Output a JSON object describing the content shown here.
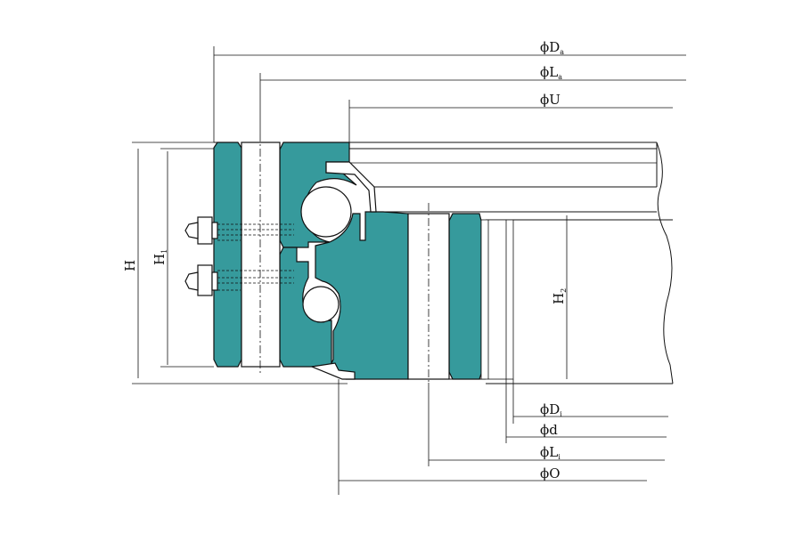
{
  "colors": {
    "ring_fill": "#369a9c",
    "line": "#111111",
    "background": "#ffffff"
  },
  "dimensions": {
    "Da": {
      "prefix": "ϕD",
      "sub": "a"
    },
    "La": {
      "prefix": "ϕL",
      "sub": "a"
    },
    "U": {
      "prefix": "ϕU",
      "sub": ""
    },
    "Di": {
      "prefix": "ϕD",
      "sub": "i"
    },
    "d": {
      "prefix": "ϕd",
      "sub": ""
    },
    "Li": {
      "prefix": "ϕL",
      "sub": "i"
    },
    "O": {
      "prefix": "ϕO",
      "sub": ""
    },
    "H": {
      "prefix": "H",
      "sub": ""
    },
    "H1": {
      "prefix": "H",
      "sub": "1"
    },
    "H2": {
      "prefix": "H",
      "sub": "2"
    }
  }
}
